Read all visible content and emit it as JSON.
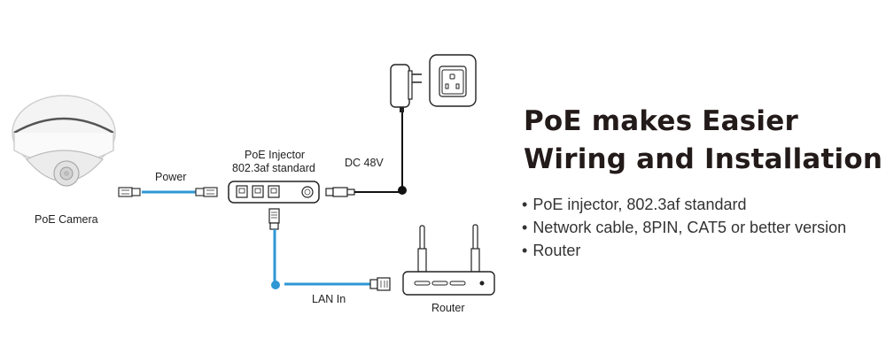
{
  "diagram": {
    "labels": {
      "camera": "PoE Camera",
      "power": "Power",
      "injector_line1": "PoE Injector",
      "injector_line2": "802.3af standard",
      "dc": "DC 48V",
      "lan": "LAN In",
      "router": "Router"
    },
    "colors": {
      "cable_blue": "#2e97d4",
      "line_black": "#111111"
    }
  },
  "heading": {
    "line1": "PoE makes Easier",
    "line2": "Wiring and Installation"
  },
  "features": [
    "PoE injector, 802.3af standard",
    "Network cable, 8PIN, CAT5 or better version",
    "Router"
  ]
}
